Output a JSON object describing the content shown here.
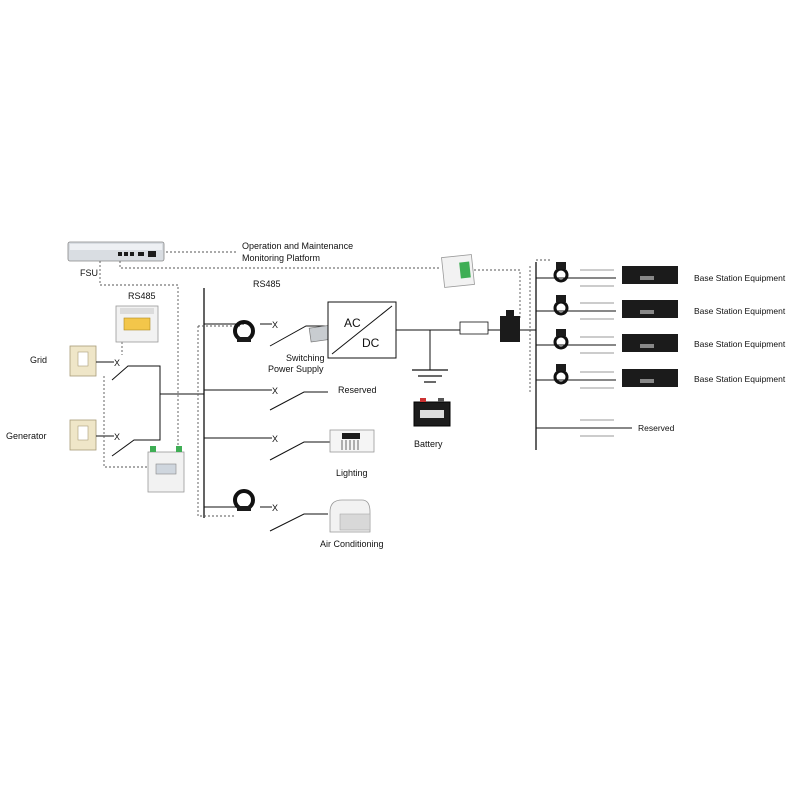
{
  "labels": {
    "fsu": "FSU",
    "platform_line1": "Operation and Maintenance",
    "platform_line2": "Monitoring Platform",
    "rs485_top": "RS485",
    "rs485_mid": "RS485",
    "grid": "Grid",
    "generator": "Generator",
    "switching_line1": "Switching",
    "switching_line2": "Power Supply",
    "ac": "AC",
    "dc": "DC",
    "reserved_ac": "Reserved",
    "lighting": "Lighting",
    "air_conditioning": "Air Conditioning",
    "battery": "Battery",
    "bse_1": "Base Station Equipment",
    "bse_2": "Base Station Equipment",
    "bse_3": "Base Station Equipment",
    "bse_4": "Base Station Equipment",
    "reserved_dc": "Reserved",
    "breaker_mark": "X"
  },
  "icons": {
    "fsu_unit": "rack-unit-icon",
    "ct": "current-transformer-icon",
    "meter": "din-rail-meter-icon",
    "battery": "battery-icon",
    "bse": "equipment-box-icon",
    "lighting": "lamp-icon",
    "ac": "air-conditioner-icon",
    "switch_socket": "wall-switch-icon"
  }
}
